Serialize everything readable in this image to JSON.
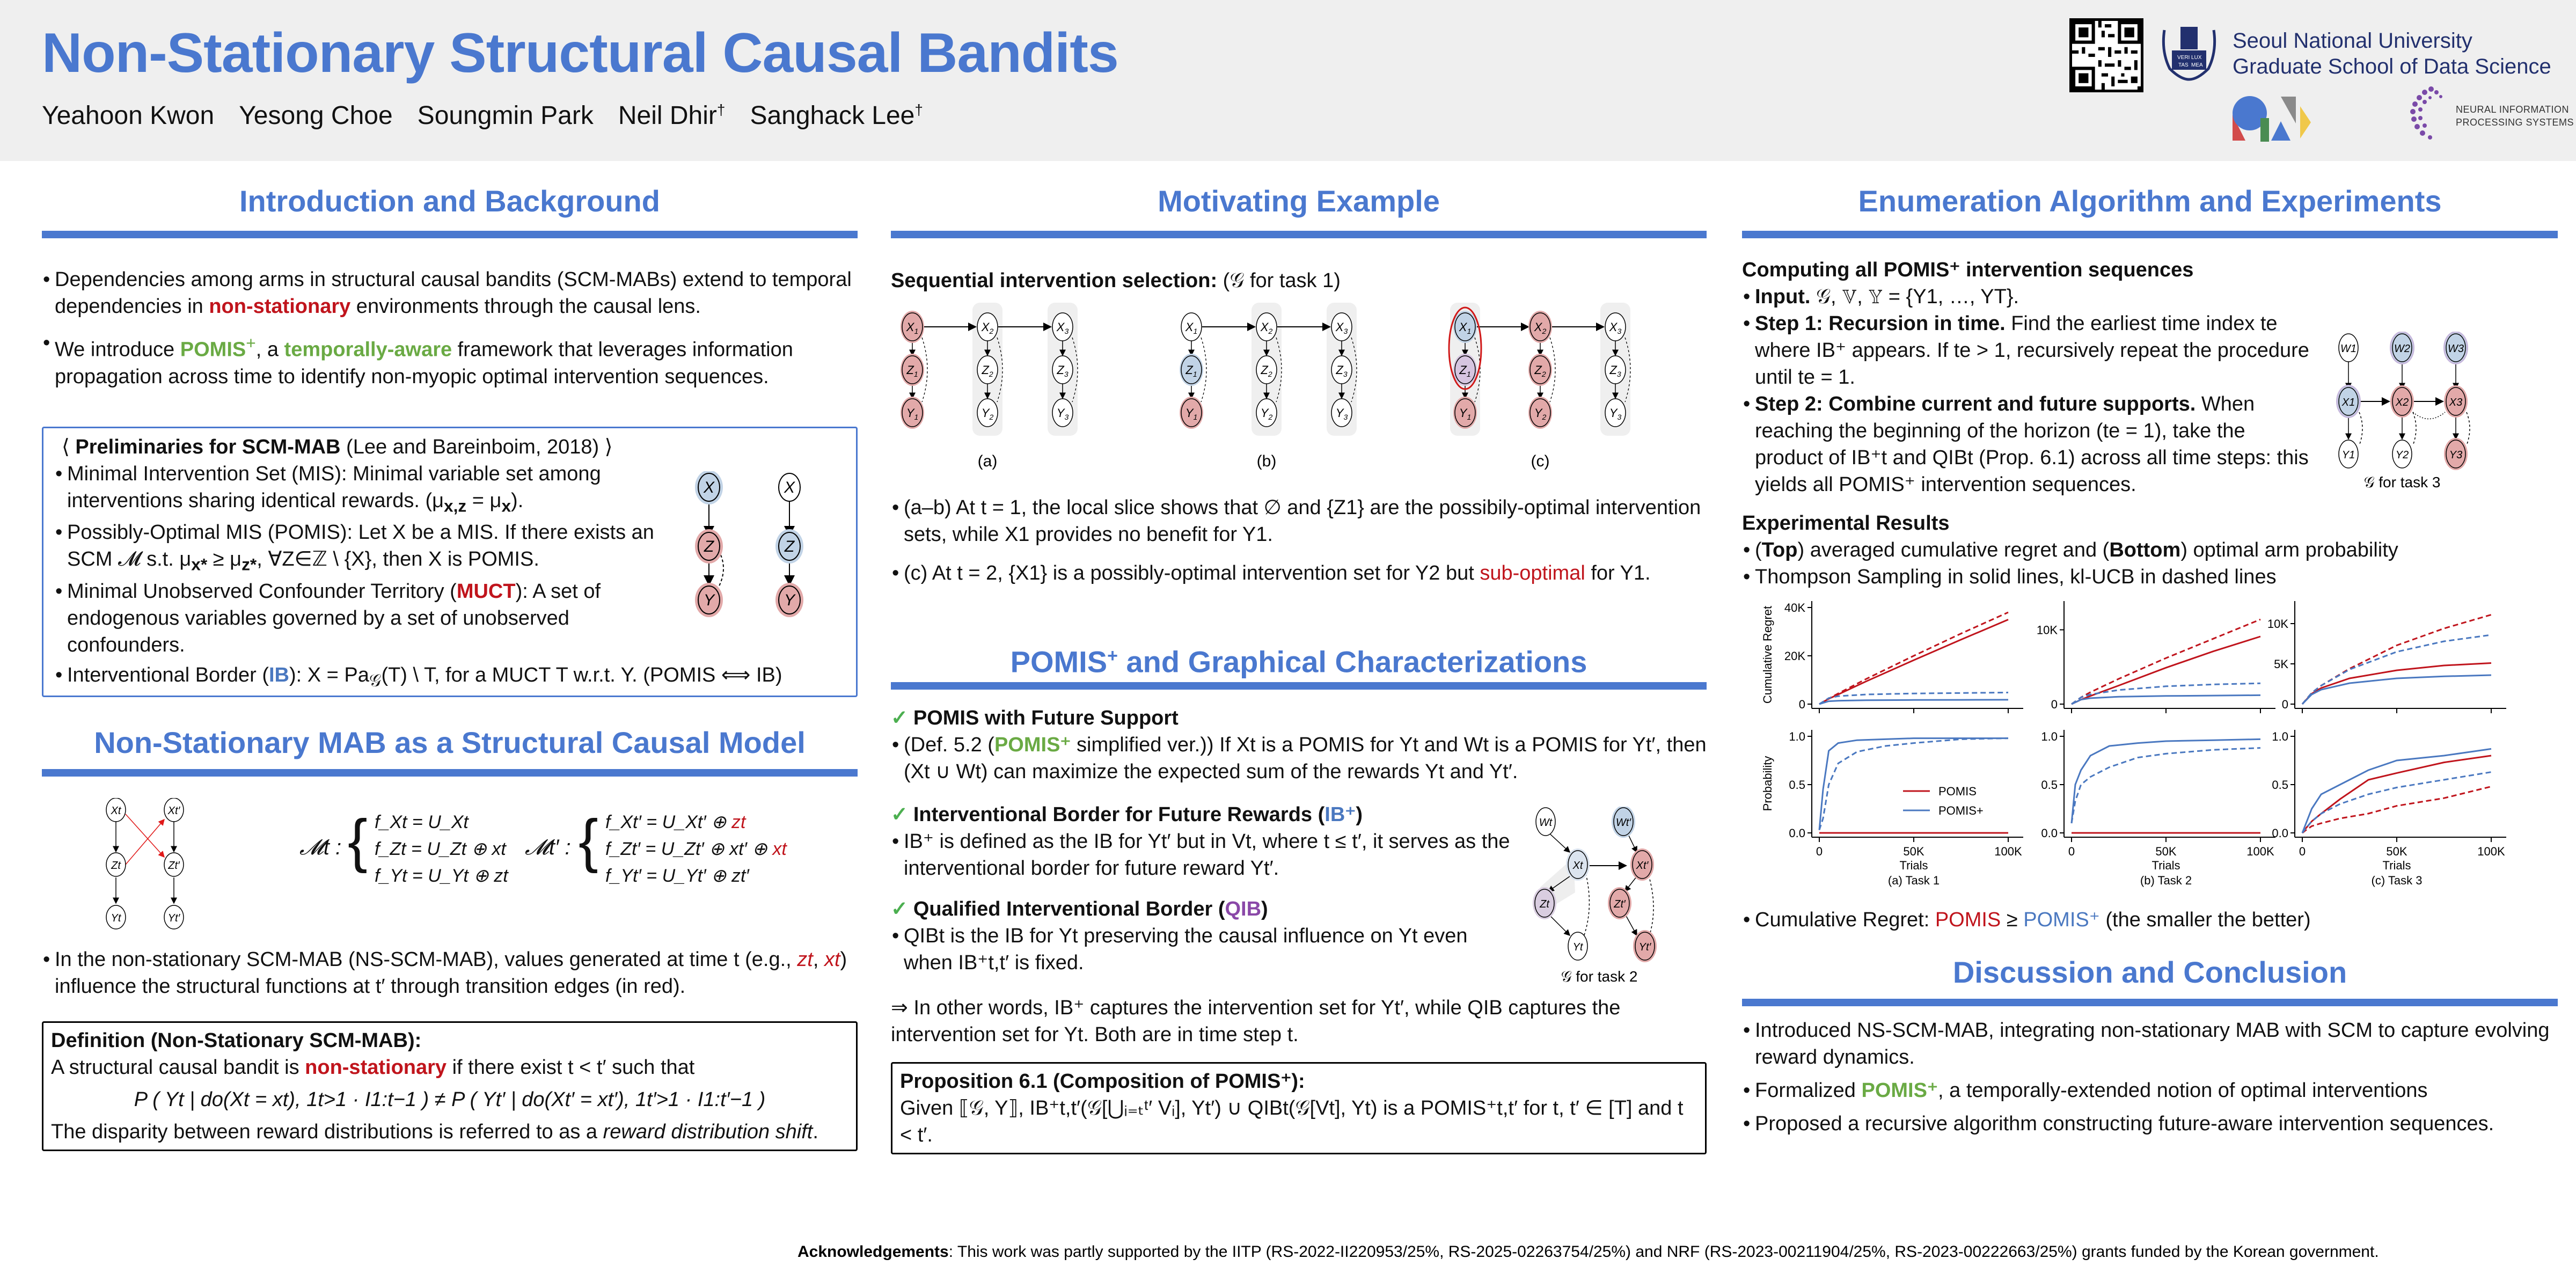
{
  "header": {
    "title": "Non-Stationary Structural Causal Bandits",
    "authors": [
      {
        "name": "Yeahoon Kwon",
        "mark": ""
      },
      {
        "name": "Yesong Choe",
        "mark": ""
      },
      {
        "name": "Soungmin Park",
        "mark": ""
      },
      {
        "name": "Neil Dhir",
        "mark": "†"
      },
      {
        "name": "Sanghack Lee",
        "mark": "†"
      }
    ],
    "affiliation_line1": "Seoul National University",
    "affiliation_line2": "Graduate School of Data Science",
    "seal_text": [
      "VERI",
      "TAS",
      "LUX",
      "MEA"
    ],
    "neurips_line1": "NEURAL INFORMATION",
    "neurips_line2": "PROCESSING SYSTEMS",
    "colors": {
      "accent": "#4a78cf",
      "red": "#c0141c",
      "green": "#6aaa44",
      "purple": "#8a48a8",
      "snu_navy": "#22306e"
    }
  },
  "intro": {
    "title": "Introduction and Background",
    "b1_pre": "Dependencies among arms in structural causal bandits (SCM-MABs) extend to temporal dependencies in ",
    "b1_red": "non-stationary",
    "b1_post": " environments through the causal lens.",
    "b2_pre": "We introduce ",
    "b2_pomis": "POMIS",
    "b2_plus": "+",
    "b2_mid": ", a ",
    "b2_green": "temporally-aware",
    "b2_post": " framework that leverages information propagation across time to identify non-myopic optimal intervention sequences.",
    "prelim": {
      "heading_l": "⟨ ",
      "heading_bold": "Preliminaries for SCM-MAB",
      "heading_cite": " (Lee and Bareinboim, 2018) ⟩",
      "mis": "Minimal Intervention Set (MIS): Minimal variable set among interventions sharing identical rewards. (μ",
      "mis_sub": "x,z",
      "mis_eq": " = μ",
      "mis_sub2": "x",
      "mis_end": ").",
      "pomis": "Possibly-Optimal MIS (POMIS): Let X be a MIS. If there exists an SCM 𝓜 s.t. μ",
      "pomis_sub1": "x*",
      "pomis_ge": " ≥ μ",
      "pomis_sub2": "z*",
      "pomis_end": ", ∀Z∈ℤ \\ {X}, then X is POMIS.",
      "muct_pre": "Minimal Unobserved Confounder Territory (",
      "muct_red": "MUCT",
      "muct_post": "): A set of endogenous variables governed by a set of unobserved confounders.",
      "ib_pre": "Interventional Border (",
      "ib_blue": "IB",
      "ib_post": "): X = Pa",
      "ib_sub": "𝒢",
      "ib_end": "(T) \\ T, for a MUCT T w.r.t. Y. (POMIS ⟺ IB)",
      "graph_nodes": [
        "X",
        "Z",
        "Y"
      ]
    }
  },
  "nsmab": {
    "title": "Non-Stationary MAB as a Structural Causal Model",
    "graph_left": [
      "Xt",
      "Zt",
      "Yt"
    ],
    "graph_right": [
      "Xt′",
      "Zt′",
      "Yt′"
    ],
    "m_t": "𝓜t :",
    "m_tp": "𝓜t′ :",
    "eq_t": [
      "f_Xt = U_Xt",
      "f_Zt = U_Zt ⊕ xt",
      "f_Yt = U_Yt ⊕ zt"
    ],
    "eq_tp": [
      "f_Xt′ = U_Xt′ ⊕ ",
      "f_Zt′ = U_Zt′ ⊕ xt′ ⊕ ",
      "f_Yt′ = U_Yt′ ⊕ zt′"
    ],
    "eq_tp_red": [
      "zt",
      "xt",
      ""
    ],
    "bullet_pre": "In the non-stationary SCM-MAB (NS-SCM-MAB), values generated at time t (e.g., ",
    "bullet_red1": "zt",
    "bullet_comma": ", ",
    "bullet_red2": "xt",
    "bullet_post": ") influence the structural functions at t′ through transition edges (in red).",
    "def_title": "Definition (Non-Stationary SCM-MAB):",
    "def_pre": "A structural causal bandit is ",
    "def_red": "non-stationary",
    "def_post": " if there exist t < t′ such that",
    "def_formula": "P ( Yt | do(Xt = xt), 1t>1 · I1:t−1 ) ≠ P ( Yt′ | do(Xt′ = xt′), 1t′>1 · I1:t′−1 )",
    "def_last_pre": "The disparity between reward distributions is referred to as a ",
    "def_last_it": "reward distribution shift",
    "def_last_end": "."
  },
  "motivating": {
    "title": "Motivating Example",
    "seq_bold": "Sequential intervention selection:",
    "seq_rest": " (𝒢 for task 1)",
    "panels": [
      "(a)",
      "(b)",
      "(c)"
    ],
    "node_labels": [
      "X1",
      "Z1",
      "Y1",
      "X2",
      "Z2",
      "Y2",
      "X3",
      "Z3",
      "Y3"
    ],
    "b1": "(a–b) At t = 1, the local slice shows that ∅ and {Z1} are the possibily-optimal intervention sets, while X1 provides no benefit for Y1.",
    "b2_pre": "(c) At t = 2, {X1} is a possibly-optimal intervention set for Y2 but ",
    "b2_red": "sub-optimal",
    "b2_post": " for Y1."
  },
  "pomisplus": {
    "title_main": "POMIS",
    "title_sup": "+",
    "title_rest": " and Graphical Characterizations",
    "check": "✓",
    "h1": "POMIS with Future Support",
    "d1_pre": "(Def. 5.2 (",
    "d1_green": "POMIS⁺",
    "d1_post": " simplified ver.)) If Xt is a POMIS for Yt and Wt is a POMIS for Yt′, then (Xt ∪ Wt) can maximize the expected sum of the rewards Yt and Yt′.",
    "h2_pre": "Interventional Border for Future Rewards (",
    "h2_blue": "IB⁺",
    "h2_post": ")",
    "d2": "IB⁺ is defined as the IB for Yt′ but in Vt, where t ≤ t′, it serves as the interventional border for future reward Yt′.",
    "h3_pre": "Qualified Interventional Border (",
    "h3_purple": "QIB",
    "h3_post": ")",
    "d3": "QIBt is the IB for Yt preserving the causal influence on Yt even when IB⁺t,t′ is fixed.",
    "graph2_nodes": [
      "Wt",
      "Xt",
      "Zt",
      "Yt",
      "Wt′",
      "Xt′",
      "Zt′",
      "Yt′"
    ],
    "graph2_caption": "𝒢 for task 2",
    "summary": "⇒ In other words, IB⁺ captures the intervention set for Yt′, while QIB captures the intervention set for Yt. Both are in time step t.",
    "prop_title": "Proposition 6.1 (Composition of POMIS⁺):",
    "prop_body": "Given ⟦𝒢, Y⟧, IB⁺t,t′(𝒢[⋃ᵢ₌ₜᵗ′ Vᵢ], Yt′) ∪ QIBt(𝒢[Vt], Yt) is a POMIS⁺t,t′ for t, t′ ∈ [T] and t < t′."
  },
  "enumeration": {
    "title": "Enumeration Algorithm and Experiments",
    "computing": "Computing all POMIS⁺ intervention sequences",
    "input_b": "Input.",
    "input_rest": " 𝒢, 𝕍, 𝕐 = {Y1, …, YT}.",
    "s1_b": "Step 1: Recursion in time.",
    "s1_rest": " Find the earliest time index te where IB⁺ appears. If te > 1, recursively repeat the procedure until te = 1.",
    "s2_b": "Step 2: Combine current and future supports.",
    "s2_rest": " When reaching the beginning of the horizon (te = 1), take the product of IB⁺t and QIBt (Prop. 6.1) across all time steps: this yields all POMIS⁺ intervention sequences.",
    "graph3_nodes": [
      "W1",
      "W2",
      "W3",
      "X1",
      "X2",
      "X3",
      "Y1",
      "Y2",
      "Y3"
    ],
    "graph3_caption": "𝒢 for task 3",
    "exp_title": "Experimental Results",
    "e1_a": "(",
    "e1_top": "Top",
    "e1_b": ") averaged cumulative regret and (",
    "e1_bottom": "Bottom",
    "e1_c": ") optimal arm probability",
    "e2": "Thompson Sampling in solid lines, kl-UCB in dashed lines",
    "cr_pre": "Cumulative Regret: ",
    "cr_red": "POMIS",
    "cr_ge": " ≥ ",
    "cr_blue": "POMIS⁺",
    "cr_post": " (the smaller the better)"
  },
  "chart_data": [
    {
      "type": "line",
      "title": "(a) Task 1",
      "panel": "regret",
      "xlabel": "Trials",
      "ylabel": "Cumulative Regret",
      "xlim": [
        0,
        100000
      ],
      "ylim": [
        0,
        40000
      ],
      "xticks": [
        "0",
        "50K",
        "100K"
      ],
      "yticks": [
        {
          "v": 0,
          "l": "0"
        },
        {
          "v": 20000,
          "l": "20K"
        },
        {
          "v": 40000,
          "l": "40K"
        }
      ],
      "x": [
        0,
        5000,
        10000,
        25000,
        50000,
        75000,
        100000
      ],
      "series": [
        {
          "name": "POMIS TS",
          "color": "#c0141c",
          "dash": false,
          "values": [
            0,
            2200,
            4000,
            9500,
            18200,
            26700,
            35000
          ]
        },
        {
          "name": "POMIS kl-UCB",
          "color": "#c0141c",
          "dash": true,
          "values": [
            0,
            2300,
            4400,
            10500,
            20000,
            29200,
            38000
          ]
        },
        {
          "name": "POMIS+ TS",
          "color": "#4a78c0",
          "dash": false,
          "values": [
            0,
            1200,
            1400,
            1600,
            1700,
            1750,
            1800
          ]
        },
        {
          "name": "POMIS+ kl-UCB",
          "color": "#4a78c0",
          "dash": true,
          "values": [
            0,
            2500,
            3300,
            4000,
            4400,
            4600,
            4800
          ]
        }
      ]
    },
    {
      "type": "line",
      "title": "(b) Task 2",
      "panel": "regret",
      "xlabel": "Trials",
      "ylabel": "",
      "xlim": [
        0,
        100000
      ],
      "ylim": [
        0,
        13000
      ],
      "xticks": [
        "0",
        "50K",
        "100K"
      ],
      "yticks": [
        {
          "v": 0,
          "l": "0"
        },
        {
          "v": 10000,
          "l": "10K"
        }
      ],
      "x": [
        0,
        5000,
        10000,
        25000,
        50000,
        75000,
        100000
      ],
      "series": [
        {
          "name": "POMIS TS",
          "color": "#c0141c",
          "dash": false,
          "values": [
            0,
            600,
            1100,
            2500,
            4900,
            7100,
            9100
          ]
        },
        {
          "name": "POMIS kl-UCB",
          "color": "#c0141c",
          "dash": true,
          "values": [
            0,
            900,
            1600,
            3400,
            6200,
            8800,
            11400
          ]
        },
        {
          "name": "POMIS+ TS",
          "color": "#4a78c0",
          "dash": false,
          "values": [
            0,
            600,
            800,
            1000,
            1100,
            1150,
            1200
          ]
        },
        {
          "name": "POMIS+ kl-UCB",
          "color": "#4a78c0",
          "dash": true,
          "values": [
            0,
            900,
            1300,
            1900,
            2400,
            2650,
            2800
          ]
        }
      ]
    },
    {
      "type": "line",
      "title": "(c) Task 3",
      "panel": "regret",
      "xlabel": "Trials",
      "ylabel": "",
      "xlim": [
        0,
        100000
      ],
      "ylim": [
        0,
        12000
      ],
      "xticks": [
        "0",
        "50K",
        "100K"
      ],
      "yticks": [
        {
          "v": 0,
          "l": "0"
        },
        {
          "v": 5000,
          "l": "5K"
        },
        {
          "v": 10000,
          "l": "10K"
        }
      ],
      "x": [
        0,
        5000,
        10000,
        25000,
        50000,
        75000,
        100000
      ],
      "series": [
        {
          "name": "POMIS TS",
          "color": "#c0141c",
          "dash": false,
          "values": [
            0,
            1300,
            2000,
            3200,
            4200,
            4800,
            5100
          ]
        },
        {
          "name": "POMIS kl-UCB",
          "color": "#c0141c",
          "dash": true,
          "values": [
            0,
            1400,
            2300,
            4400,
            7300,
            9400,
            11100
          ]
        },
        {
          "name": "POMIS+ TS",
          "color": "#4a78c0",
          "dash": false,
          "values": [
            0,
            1200,
            1800,
            2600,
            3200,
            3450,
            3600
          ]
        },
        {
          "name": "POMIS+ kl-UCB",
          "color": "#4a78c0",
          "dash": true,
          "values": [
            0,
            1400,
            2300,
            4300,
            6500,
            7800,
            8600
          ]
        }
      ]
    },
    {
      "type": "line",
      "title": "(a) Task 1",
      "panel": "probability",
      "xlabel": "Trials",
      "ylabel": "Probability",
      "xlim": [
        0,
        100000
      ],
      "ylim": [
        0,
        1
      ],
      "xticks": [
        "0",
        "50K",
        "100K"
      ],
      "yticks": [
        {
          "v": 0,
          "l": "0.0"
        },
        {
          "v": 0.5,
          "l": "0.5"
        },
        {
          "v": 1,
          "l": "1.0"
        }
      ],
      "legend": [
        "POMIS",
        "POMIS+"
      ],
      "legend_position": "lower-right",
      "x": [
        0,
        2000,
        5000,
        10000,
        20000,
        35000,
        50000,
        75000,
        100000
      ],
      "series": [
        {
          "name": "POMIS TS",
          "color": "#c0141c",
          "dash": false,
          "values": [
            0,
            0,
            0,
            0,
            0,
            0,
            0,
            0,
            0
          ]
        },
        {
          "name": "POMIS kl-UCB",
          "color": "#c0141c",
          "dash": true,
          "values": [
            0,
            0,
            0,
            0,
            0,
            0,
            0,
            0,
            0
          ]
        },
        {
          "name": "POMIS+ TS",
          "color": "#4a78c0",
          "dash": false,
          "values": [
            0.03,
            0.45,
            0.85,
            0.93,
            0.96,
            0.97,
            0.98,
            0.98,
            0.98
          ]
        },
        {
          "name": "POMIS+ kl-UCB",
          "color": "#4a78c0",
          "dash": true,
          "values": [
            0.03,
            0.15,
            0.5,
            0.72,
            0.84,
            0.9,
            0.93,
            0.97,
            0.98
          ]
        }
      ]
    },
    {
      "type": "line",
      "title": "(b) Task 2",
      "panel": "probability",
      "xlabel": "Trials",
      "ylabel": "",
      "xlim": [
        0,
        100000
      ],
      "ylim": [
        0,
        1
      ],
      "xticks": [
        "0",
        "50K",
        "100K"
      ],
      "yticks": [
        {
          "v": 0,
          "l": "0.0"
        },
        {
          "v": 0.5,
          "l": "0.5"
        },
        {
          "v": 1,
          "l": "1.0"
        }
      ],
      "x": [
        0,
        2000,
        5000,
        10000,
        20000,
        35000,
        50000,
        75000,
        100000
      ],
      "series": [
        {
          "name": "POMIS TS",
          "color": "#c0141c",
          "dash": false,
          "values": [
            0,
            0,
            0,
            0,
            0,
            0,
            0,
            0,
            0
          ]
        },
        {
          "name": "POMIS kl-UCB",
          "color": "#c0141c",
          "dash": true,
          "values": [
            0,
            0,
            0,
            0,
            0,
            0,
            0,
            0,
            0
          ]
        },
        {
          "name": "POMIS+ TS",
          "color": "#4a78c0",
          "dash": false,
          "values": [
            0.1,
            0.5,
            0.65,
            0.8,
            0.9,
            0.93,
            0.95,
            0.96,
            0.97
          ]
        },
        {
          "name": "POMIS+ kl-UCB",
          "color": "#4a78c0",
          "dash": true,
          "values": [
            0.1,
            0.33,
            0.5,
            0.58,
            0.68,
            0.78,
            0.82,
            0.86,
            0.88
          ]
        }
      ]
    },
    {
      "type": "line",
      "title": "(c) Task 3",
      "panel": "probability",
      "xlabel": "Trials",
      "ylabel": "",
      "xlim": [
        0,
        100000
      ],
      "ylim": [
        0,
        1
      ],
      "xticks": [
        "0",
        "50K",
        "100K"
      ],
      "yticks": [
        {
          "v": 0,
          "l": "0.0"
        },
        {
          "v": 0.5,
          "l": "0.5"
        },
        {
          "v": 1,
          "l": "1.0"
        }
      ],
      "x": [
        0,
        2000,
        5000,
        10000,
        20000,
        35000,
        50000,
        75000,
        100000
      ],
      "series": [
        {
          "name": "POMIS TS",
          "color": "#c0141c",
          "dash": false,
          "values": [
            0,
            0.05,
            0.12,
            0.2,
            0.35,
            0.55,
            0.62,
            0.73,
            0.8
          ]
        },
        {
          "name": "POMIS kl-UCB",
          "color": "#c0141c",
          "dash": true,
          "values": [
            0,
            0.03,
            0.07,
            0.1,
            0.15,
            0.2,
            0.28,
            0.36,
            0.48
          ]
        },
        {
          "name": "POMIS+ TS",
          "color": "#4a78c0",
          "dash": false,
          "values": [
            0,
            0.1,
            0.25,
            0.4,
            0.5,
            0.65,
            0.75,
            0.8,
            0.87
          ]
        },
        {
          "name": "POMIS+ kl-UCB",
          "color": "#4a78c0",
          "dash": true,
          "values": [
            0,
            0.05,
            0.12,
            0.2,
            0.3,
            0.4,
            0.47,
            0.55,
            0.63
          ]
        }
      ]
    }
  ],
  "discussion": {
    "title": "Discussion and Conclusion",
    "b1": "Introduced NS-SCM-MAB, integrating non-stationary MAB with SCM to capture evolving reward dynamics.",
    "b2_pre": "Formalized ",
    "b2_green": "POMIS⁺",
    "b2_post": ", a temporally-extended notion of optimal interventions",
    "b3": "Proposed a recursive algorithm constructing future-aware intervention sequences."
  },
  "ack": {
    "label": "Acknowledgements",
    "text": ": This work was partly supported by the IITP (RS-2022-II220953/25%, RS-2025-02263754/25%) and NRF (RS-2023-00211904/25%, RS-2023-00222663/25%) grants funded by the Korean government."
  }
}
